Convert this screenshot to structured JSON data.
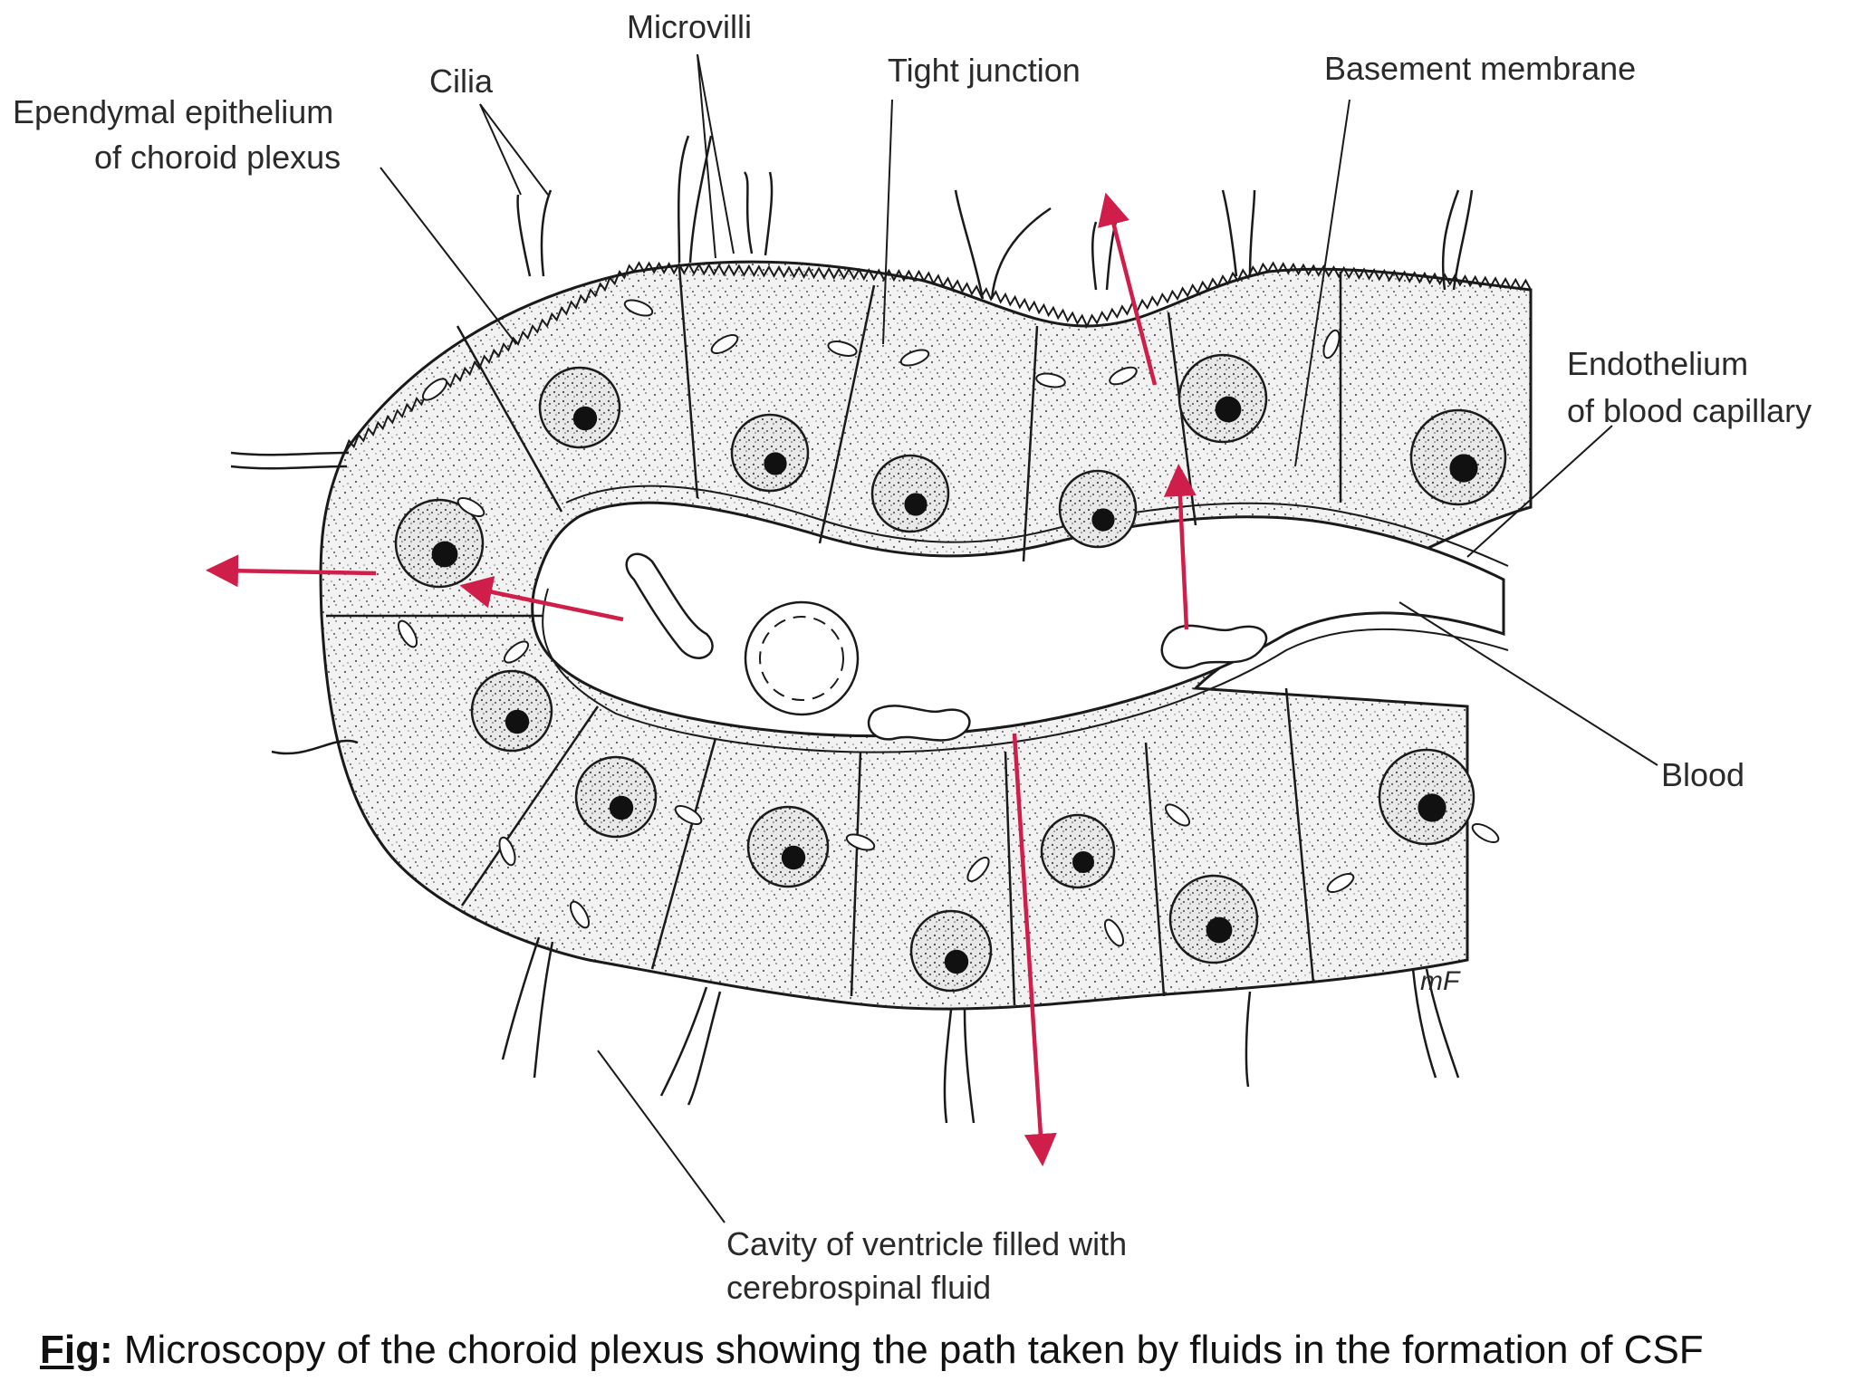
{
  "labels": {
    "ependymal_line1": "Ependymal epithelium",
    "ependymal_line2": "of choroid plexus",
    "cilia": "Cilia",
    "microvilli": "Microvilli",
    "tight_junction": "Tight junction",
    "basement_membrane": "Basement membrane",
    "endothelium_line1": "Endothelium",
    "endothelium_line2": "of blood capillary",
    "blood": "Blood",
    "cavity_line1": "Cavity of ventricle filled with",
    "cavity_line2": "cerebrospinal fluid",
    "signature": "mF"
  },
  "caption": {
    "prefix": "Fig",
    "colon": ":",
    "text": " Microscopy of the choroid plexus showing the path taken by fluids in the formation of CSF"
  },
  "colors": {
    "arrow": "#d01e4a",
    "ink": "#1a1a1a",
    "cell_fill": "#eeeeee",
    "lumen_fill": "#ffffff"
  }
}
